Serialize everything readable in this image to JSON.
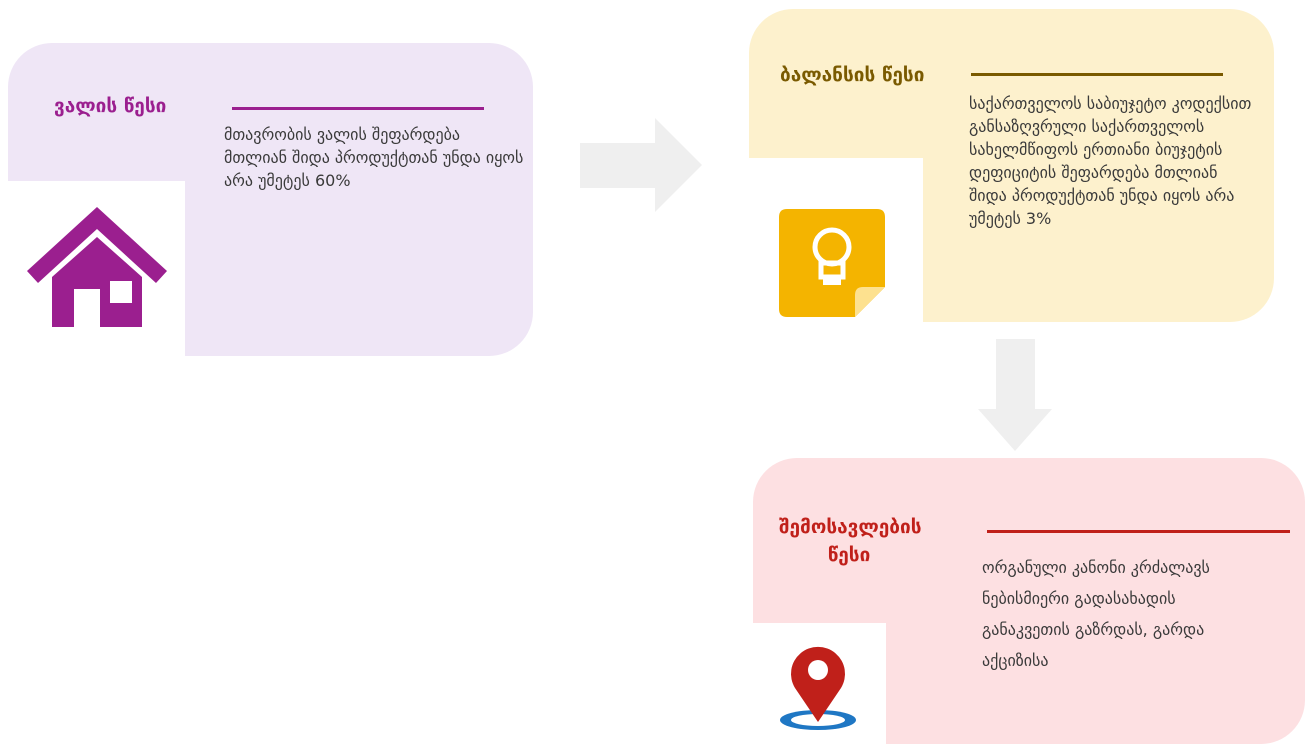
{
  "cards": {
    "debt": {
      "title": "ვალის წესი",
      "text": "მთავრობის ვალის შეფარდება მთლიან შიდა პროდუქტთან უნდა იყოს არა უმეტეს 60%",
      "icon": "house-icon",
      "bg": "#efe6f6",
      "accent": "#9b1f8f"
    },
    "balance": {
      "title": "ბალანსის წესი",
      "text": "საქართველოს საბიუჯეტო კოდექსით განსაზღვრული საქართველოს სახელმწიფოს ერთიანი ბიუჯეტის დეფიციტის შეფარდება მთლიან შიდა პროდუქტთან უნდა იყოს არა უმეტეს 3%",
      "icon": "lightbulb-note-icon",
      "bg": "#fdf1cd",
      "accent": "#7a5a00"
    },
    "revenue": {
      "title_line1": "შემოსავლების",
      "title_line2": "წესი",
      "text": "ორგანული კანონი კრძალავს ნებისმიერი გადასახადის განაკვეთის გაზრდას, გარდა აქციზისა",
      "icon": "location-pin-icon",
      "bg": "#fde0e2",
      "accent": "#c0201a"
    }
  },
  "arrows": {
    "right": "arrow-right-icon",
    "down": "arrow-down-icon",
    "color": "#efefef"
  }
}
